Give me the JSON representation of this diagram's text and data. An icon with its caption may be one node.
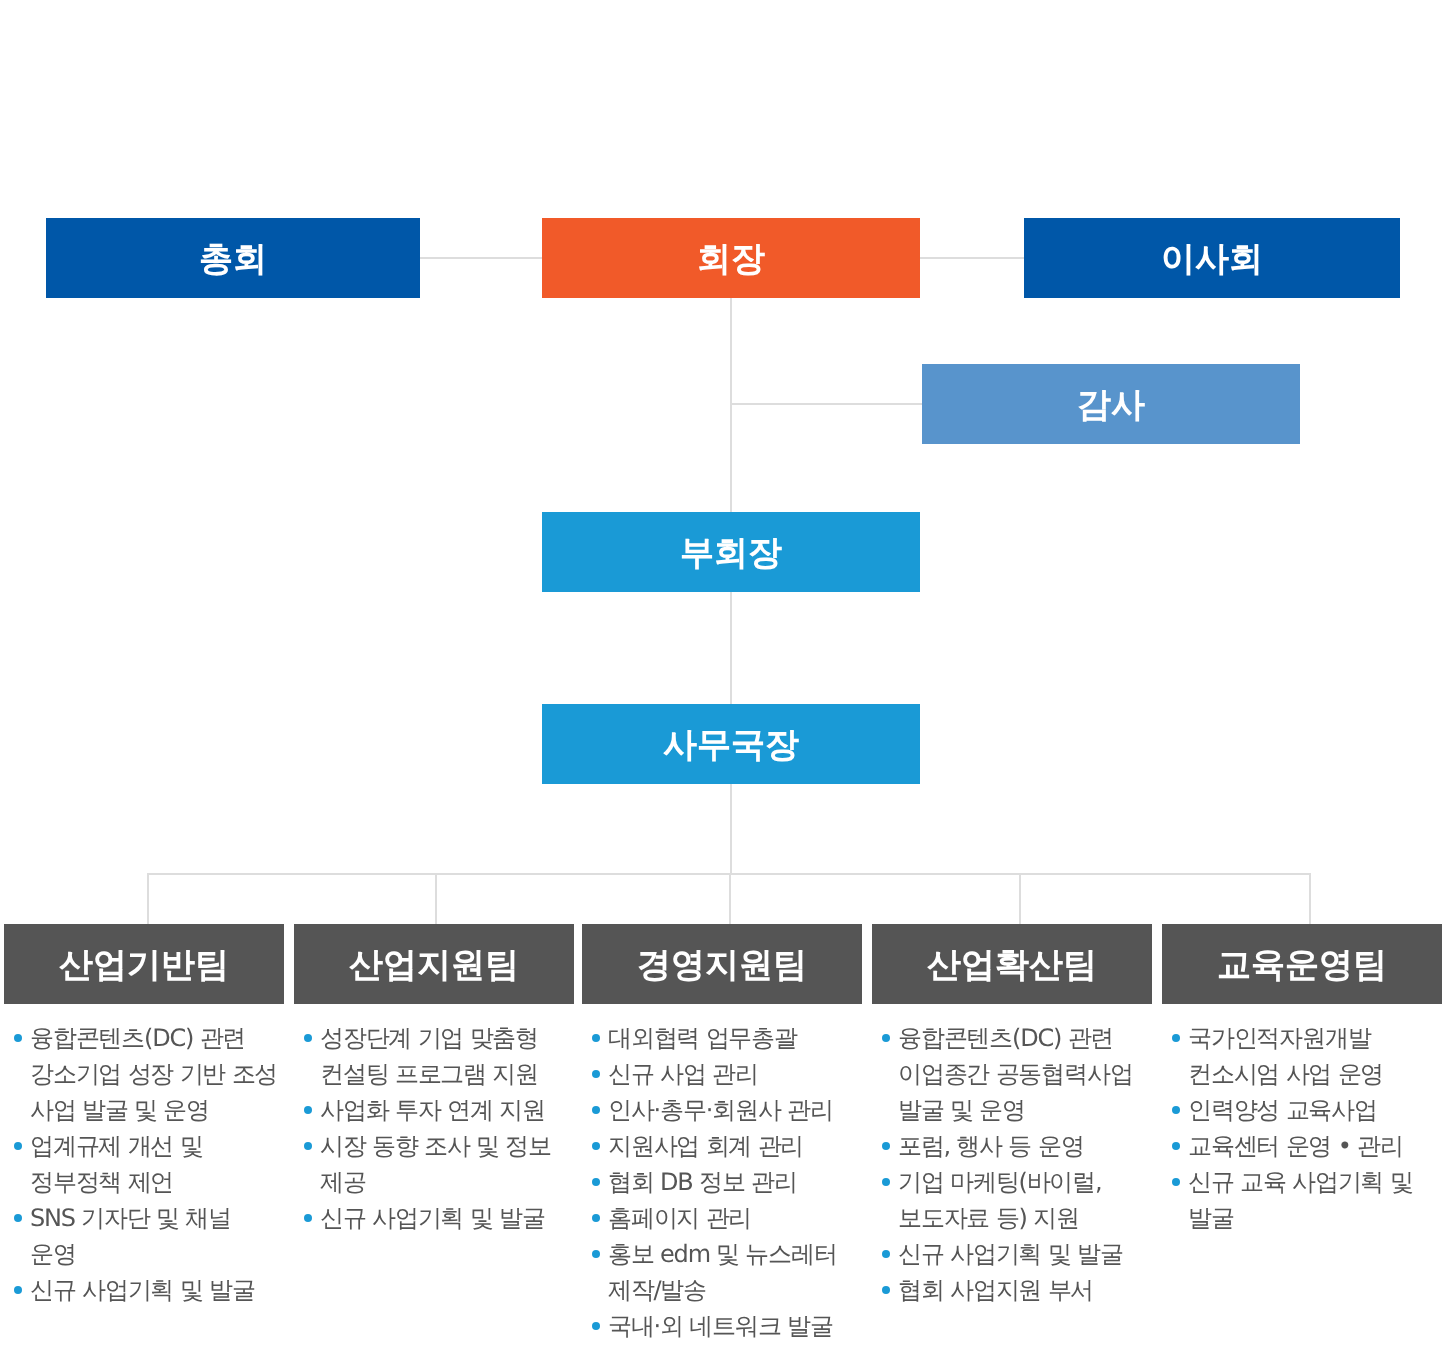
{
  "diagram": {
    "nodes": [
      {
        "text": [
          "총회"
        ]
      },
      {
        "text": [
          "회장"
        ]
      },
      {
        "text": [
          "이사회"
        ]
      },
      {
        "text": [
          "감사"
        ]
      },
      {
        "text": [
          "부회장"
        ]
      },
      {
        "text": [
          "사무국장"
        ]
      },
      {
        "text": [
          "산업기반팀"
        ],
        "beside": [
          "융합콘텐츠(DC) 관련 강소기업 성장 기반 조성 사업 발굴 및 운영",
          "업계규제 개선 및 정부정책 제언",
          "SNS 기자단 및 채널 운영",
          "신규 사업기획 및 발굴"
        ]
      },
      {
        "text": [
          "산업지원팀"
        ],
        "beside": [
          "성장단계 기업 맞춤형 컨설팅 프로그램 지원",
          "사업화 투자 연계 지원",
          "시장 동향 조사 및 정보 제공",
          "신규 사업기획 및 발굴"
        ]
      },
      {
        "text": [
          "경영지원팀"
        ],
        "beside": [
          "대외협력 업무총괄",
          "신규 사업 관리",
          "인사·총무·회원사 관리",
          "지원사업 회계 관리",
          "협회 DB 정보 관리",
          "홈페이지 관리",
          "홍보 edm 및 뉴스레터 제작/발송",
          "국내·외 네트워크 발굴"
        ]
      },
      {
        "text": [
          "산업확산팀"
        ],
        "beside": [
          "융합콘텐츠(DC) 관련 이업종간 공동협력사업 발굴 및 운영",
          "포럼, 행사 등 운영",
          "기업 마케팅(바이럴, 보도자료 등) 지원",
          "신규 사업기획 및 발굴",
          "협회 사업지원 부서"
        ]
      },
      {
        "text": [
          "교육운영팀"
        ],
        "beside": [
          "국가인적자원개발 컨소시엄 사업 운영",
          "인력양성 교육사업",
          "교육센터 운영 • 관리",
          "신규 교육 사업기획 및 발굴"
        ]
      }
    ],
    "edges": [
      {
        "from": 0,
        "to": 1,
        "arrow": "none"
      },
      {
        "from": 1,
        "to": 2,
        "arrow": "none"
      },
      {
        "from": 1,
        "to": 3,
        "arrow": "none"
      },
      {
        "from": 1,
        "to": 4,
        "arrow": "none"
      },
      {
        "from": 4,
        "to": 5,
        "arrow": "none"
      },
      {
        "from": 5,
        "to": 6,
        "arrow": "none"
      },
      {
        "from": 5,
        "to": 7,
        "arrow": "none"
      },
      {
        "from": 5,
        "to": 8,
        "arrow": "none"
      },
      {
        "from": 5,
        "to": 9,
        "arrow": "none"
      },
      {
        "from": 5,
        "to": 10,
        "arrow": "none"
      }
    ]
  }
}
